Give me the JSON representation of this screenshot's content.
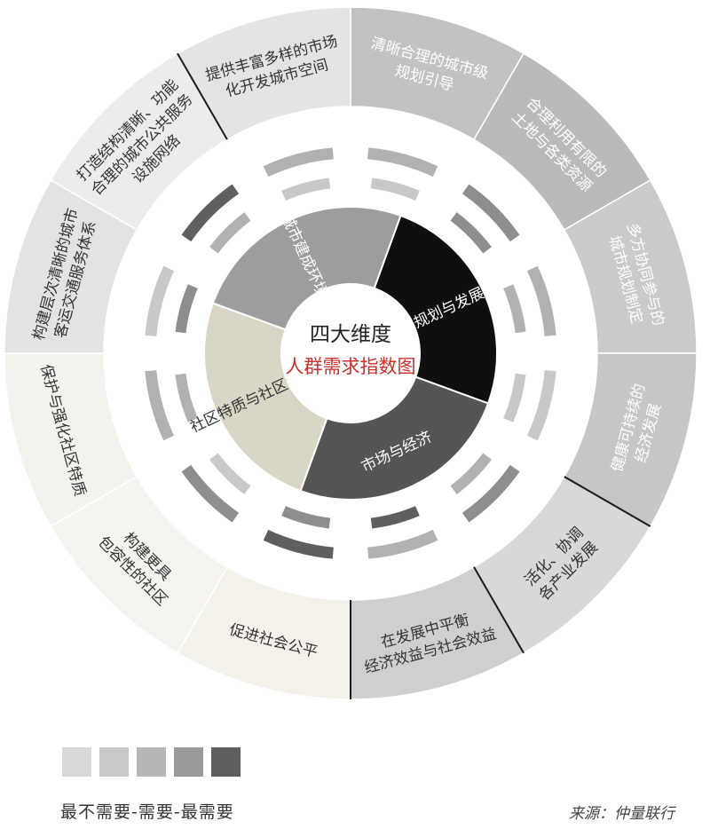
{
  "center": {
    "line1": "四大维度",
    "line2": "人群需求指数图"
  },
  "dimensions": [
    {
      "label": "城市规划与发展策略",
      "color": "#0f0f0f",
      "text_color": "#ffffff"
    },
    {
      "label": "市场与经济",
      "color": "#555555",
      "text_color": "#ffffff"
    },
    {
      "label": "社区特质与社区氛围",
      "color": "#d9d6c6",
      "text_color": "#333333"
    },
    {
      "label": "城市建成环境",
      "color": "#9d9d9d",
      "text_color": "#ffffff"
    }
  ],
  "outer_segments": [
    {
      "lines": [
        "清晰合理的城市级",
        "规划引导"
      ],
      "color": "#c2c2c2",
      "text_color": "#ffffff"
    },
    {
      "lines": [
        "合理利用有限的",
        "土地与各类资源"
      ],
      "color": "#bababa",
      "text_color": "#ffffff"
    },
    {
      "lines": [
        "多方协同参与的",
        "城市规划制定"
      ],
      "color": "#cacaca",
      "text_color": "#ffffff"
    },
    {
      "lines": [
        "健康可持续的",
        "经济发展"
      ],
      "color": "#c6c6c6",
      "text_color": "#ffffff"
    },
    {
      "lines": [
        "活化、协调",
        "各产业发展"
      ],
      "color": "#d8d8d8",
      "text_color": "#333333"
    },
    {
      "lines": [
        "在发展中平衡",
        "经济效益与社会效益"
      ],
      "color": "#cfcfcf",
      "text_color": "#333333"
    },
    {
      "lines": [
        "促进社会公平"
      ],
      "color": "#f3f1ea",
      "text_color": "#333333"
    },
    {
      "lines": [
        "构建更具",
        "包容性的社区"
      ],
      "color": "#f4f3ee",
      "text_color": "#333333"
    },
    {
      "lines": [
        "保护与强化社区特质"
      ],
      "color": "#f3f2ec",
      "text_color": "#333333"
    },
    {
      "lines": [
        "构建层次清晰的城市",
        "客运交通服务体系"
      ],
      "color": "#e3e3e3",
      "text_color": "#333333"
    },
    {
      "lines": [
        "打造结构清晰、功能",
        "合理的城市公共服务",
        "设施网络"
      ],
      "color": "#ececec",
      "text_color": "#333333"
    },
    {
      "lines": [
        "提供丰富多样的市场",
        "化开发城市空间"
      ],
      "color": "#e4e4e4",
      "text_color": "#333333"
    }
  ],
  "bar_colors": [
    "#dcdcdc",
    "#c8c8c8",
    "#b1b1b1",
    "#8e8e8e",
    "#5f5f5f"
  ],
  "legend": {
    "swatches": [
      "#d9d9d9",
      "#c9c9c9",
      "#b6b6b6",
      "#9a9a9a",
      "#5f5f5f"
    ],
    "label": "最不需要-需要-最需要"
  },
  "source": "来源：仲量联行"
}
